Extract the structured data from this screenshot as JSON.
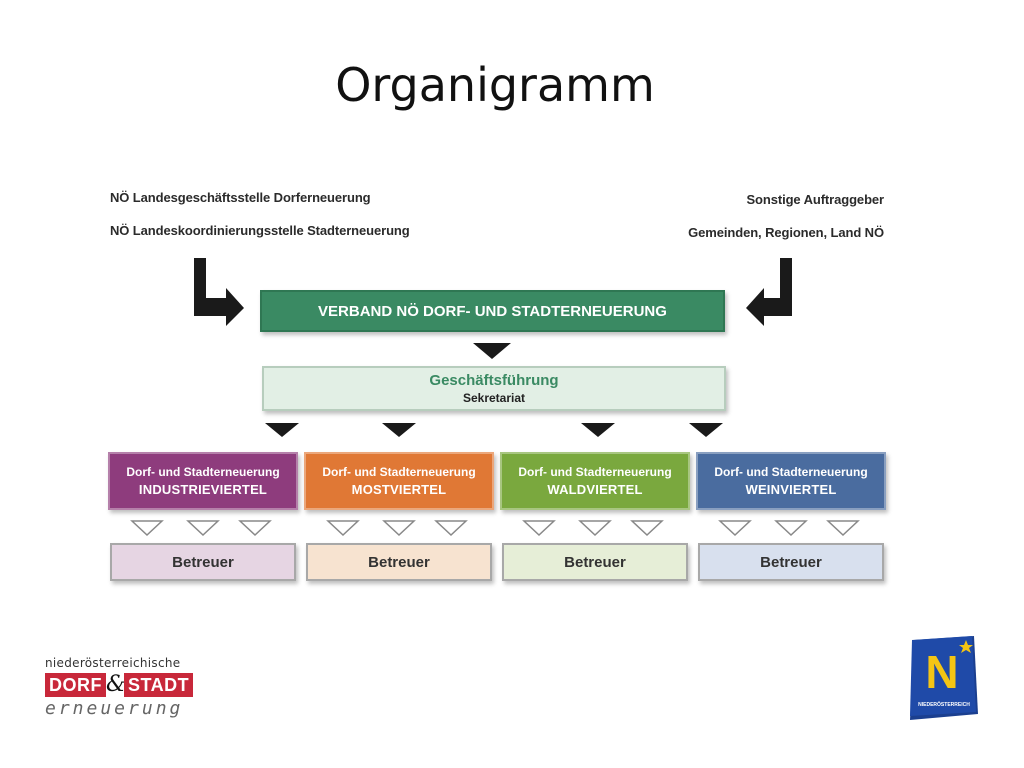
{
  "page": {
    "title": "Organigramm"
  },
  "sources": {
    "left": [
      "NÖ Landesgeschäftsstelle Dorferneuerung",
      "NÖ Landeskoordinierungsstelle Stadterneuerung"
    ],
    "right": [
      "Sonstige Auftraggeber",
      "Gemeinden, Regionen, Land NÖ"
    ]
  },
  "verband": {
    "label": "VERBAND NÖ DORF- UND STADTERNEUERUNG"
  },
  "geschaeftsfuehrung": {
    "title": "Geschäftsführung",
    "subtitle": "Sekretariat"
  },
  "regions": [
    {
      "line1": "Dorf- und Stadterneuerung",
      "line2": "INDUSTRIEVIERTEL",
      "color": "#8e3c7d",
      "light": "#e6d5e3"
    },
    {
      "line1": "Dorf- und Stadterneuerung",
      "line2": "MOSTVIERTEL",
      "color": "#e07835",
      "light": "#f7e3d0"
    },
    {
      "line1": "Dorf- und Stadterneuerung",
      "line2": "WALDVIERTEL",
      "color": "#7aa83e",
      "light": "#e6eed7"
    },
    {
      "line1": "Dorf- und Stadterneuerung",
      "line2": "WEINVIERTEL",
      "color": "#4a6c9f",
      "light": "#d8e0ee"
    }
  ],
  "betreuer": {
    "label": "Betreuer"
  },
  "logos": {
    "dorf_stadt": {
      "line1": "niederösterreichische",
      "part1": "DORF",
      "amp": "&",
      "part2": "STADT",
      "line3": "erneuerung"
    },
    "noe": {
      "letter": "N",
      "caption": "NIEDERÖSTERREICH"
    }
  },
  "colors": {
    "green": "#3a8a63",
    "dark": "#1a1a1a",
    "logo_red": "#c8283a",
    "logo_blue": "#1b3f8f",
    "logo_yellow": "#f4c514"
  }
}
